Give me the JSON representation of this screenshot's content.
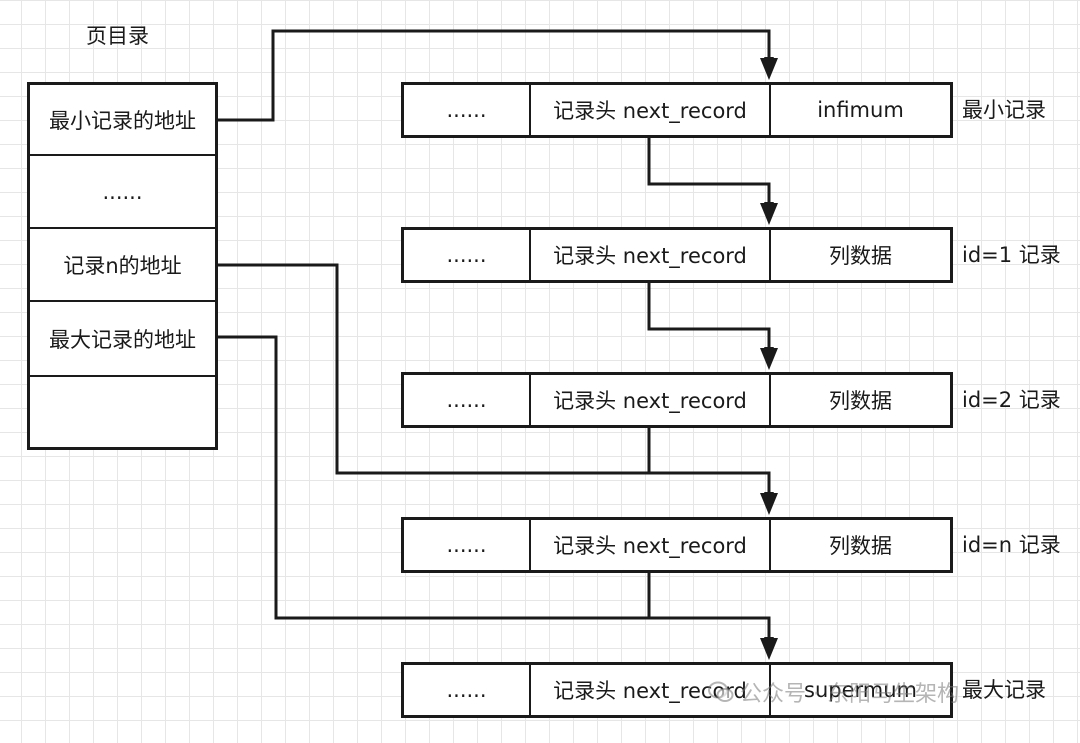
{
  "directory": {
    "title": "页目录",
    "slots": [
      "最小记录的地址",
      "......",
      "记录n的地址",
      "最大记录的地址",
      ""
    ]
  },
  "records": [
    {
      "col1": "......",
      "col2": "记录头 next_record",
      "col3": "infimum",
      "label": "最小记录"
    },
    {
      "col1": "......",
      "col2": "记录头 next_record",
      "col3": "列数据",
      "label": "id=1 记录"
    },
    {
      "col1": "......",
      "col2": "记录头 next_record",
      "col3": "列数据",
      "label": "id=2 记录"
    },
    {
      "col1": "......",
      "col2": "记录头 next_record",
      "col3": "列数据",
      "label": "id=n 记录"
    },
    {
      "col1": "......",
      "col2": "记录头 next_record",
      "col3": "supermum",
      "label": "最大记录"
    }
  ],
  "watermark": "公众号 · 东阳马生架构",
  "colors": {
    "line": "#1a1a1a",
    "grid": "#e6e6e6",
    "background": "#ffffff"
  }
}
